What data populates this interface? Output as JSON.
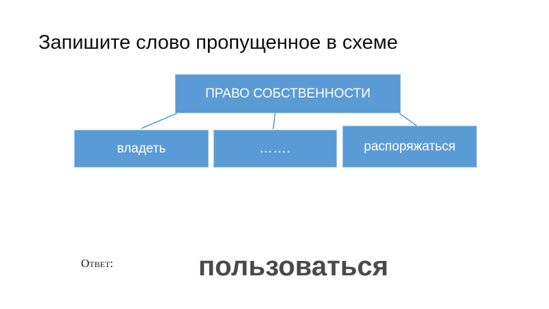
{
  "slide": {
    "title": "Запишите слово пропущенное в схеме",
    "background_color": "#ffffff",
    "title_color": "#0d0d0d"
  },
  "diagram": {
    "type": "tree",
    "node_fill_color": "#5B9BD5",
    "node_border_color": "#9DC3E6",
    "node_text_color": "#ffffff",
    "connector_color": "#5B9BD5",
    "root": {
      "label": "ПРАВО СОБСТВЕННОСТИ"
    },
    "children": [
      {
        "label": "владеть"
      },
      {
        "label": "……."
      },
      {
        "label": "распоряжаться"
      }
    ]
  },
  "answer": {
    "label": "Ответ:",
    "value": "пользоваться",
    "value_color": "#4a4a4a"
  }
}
